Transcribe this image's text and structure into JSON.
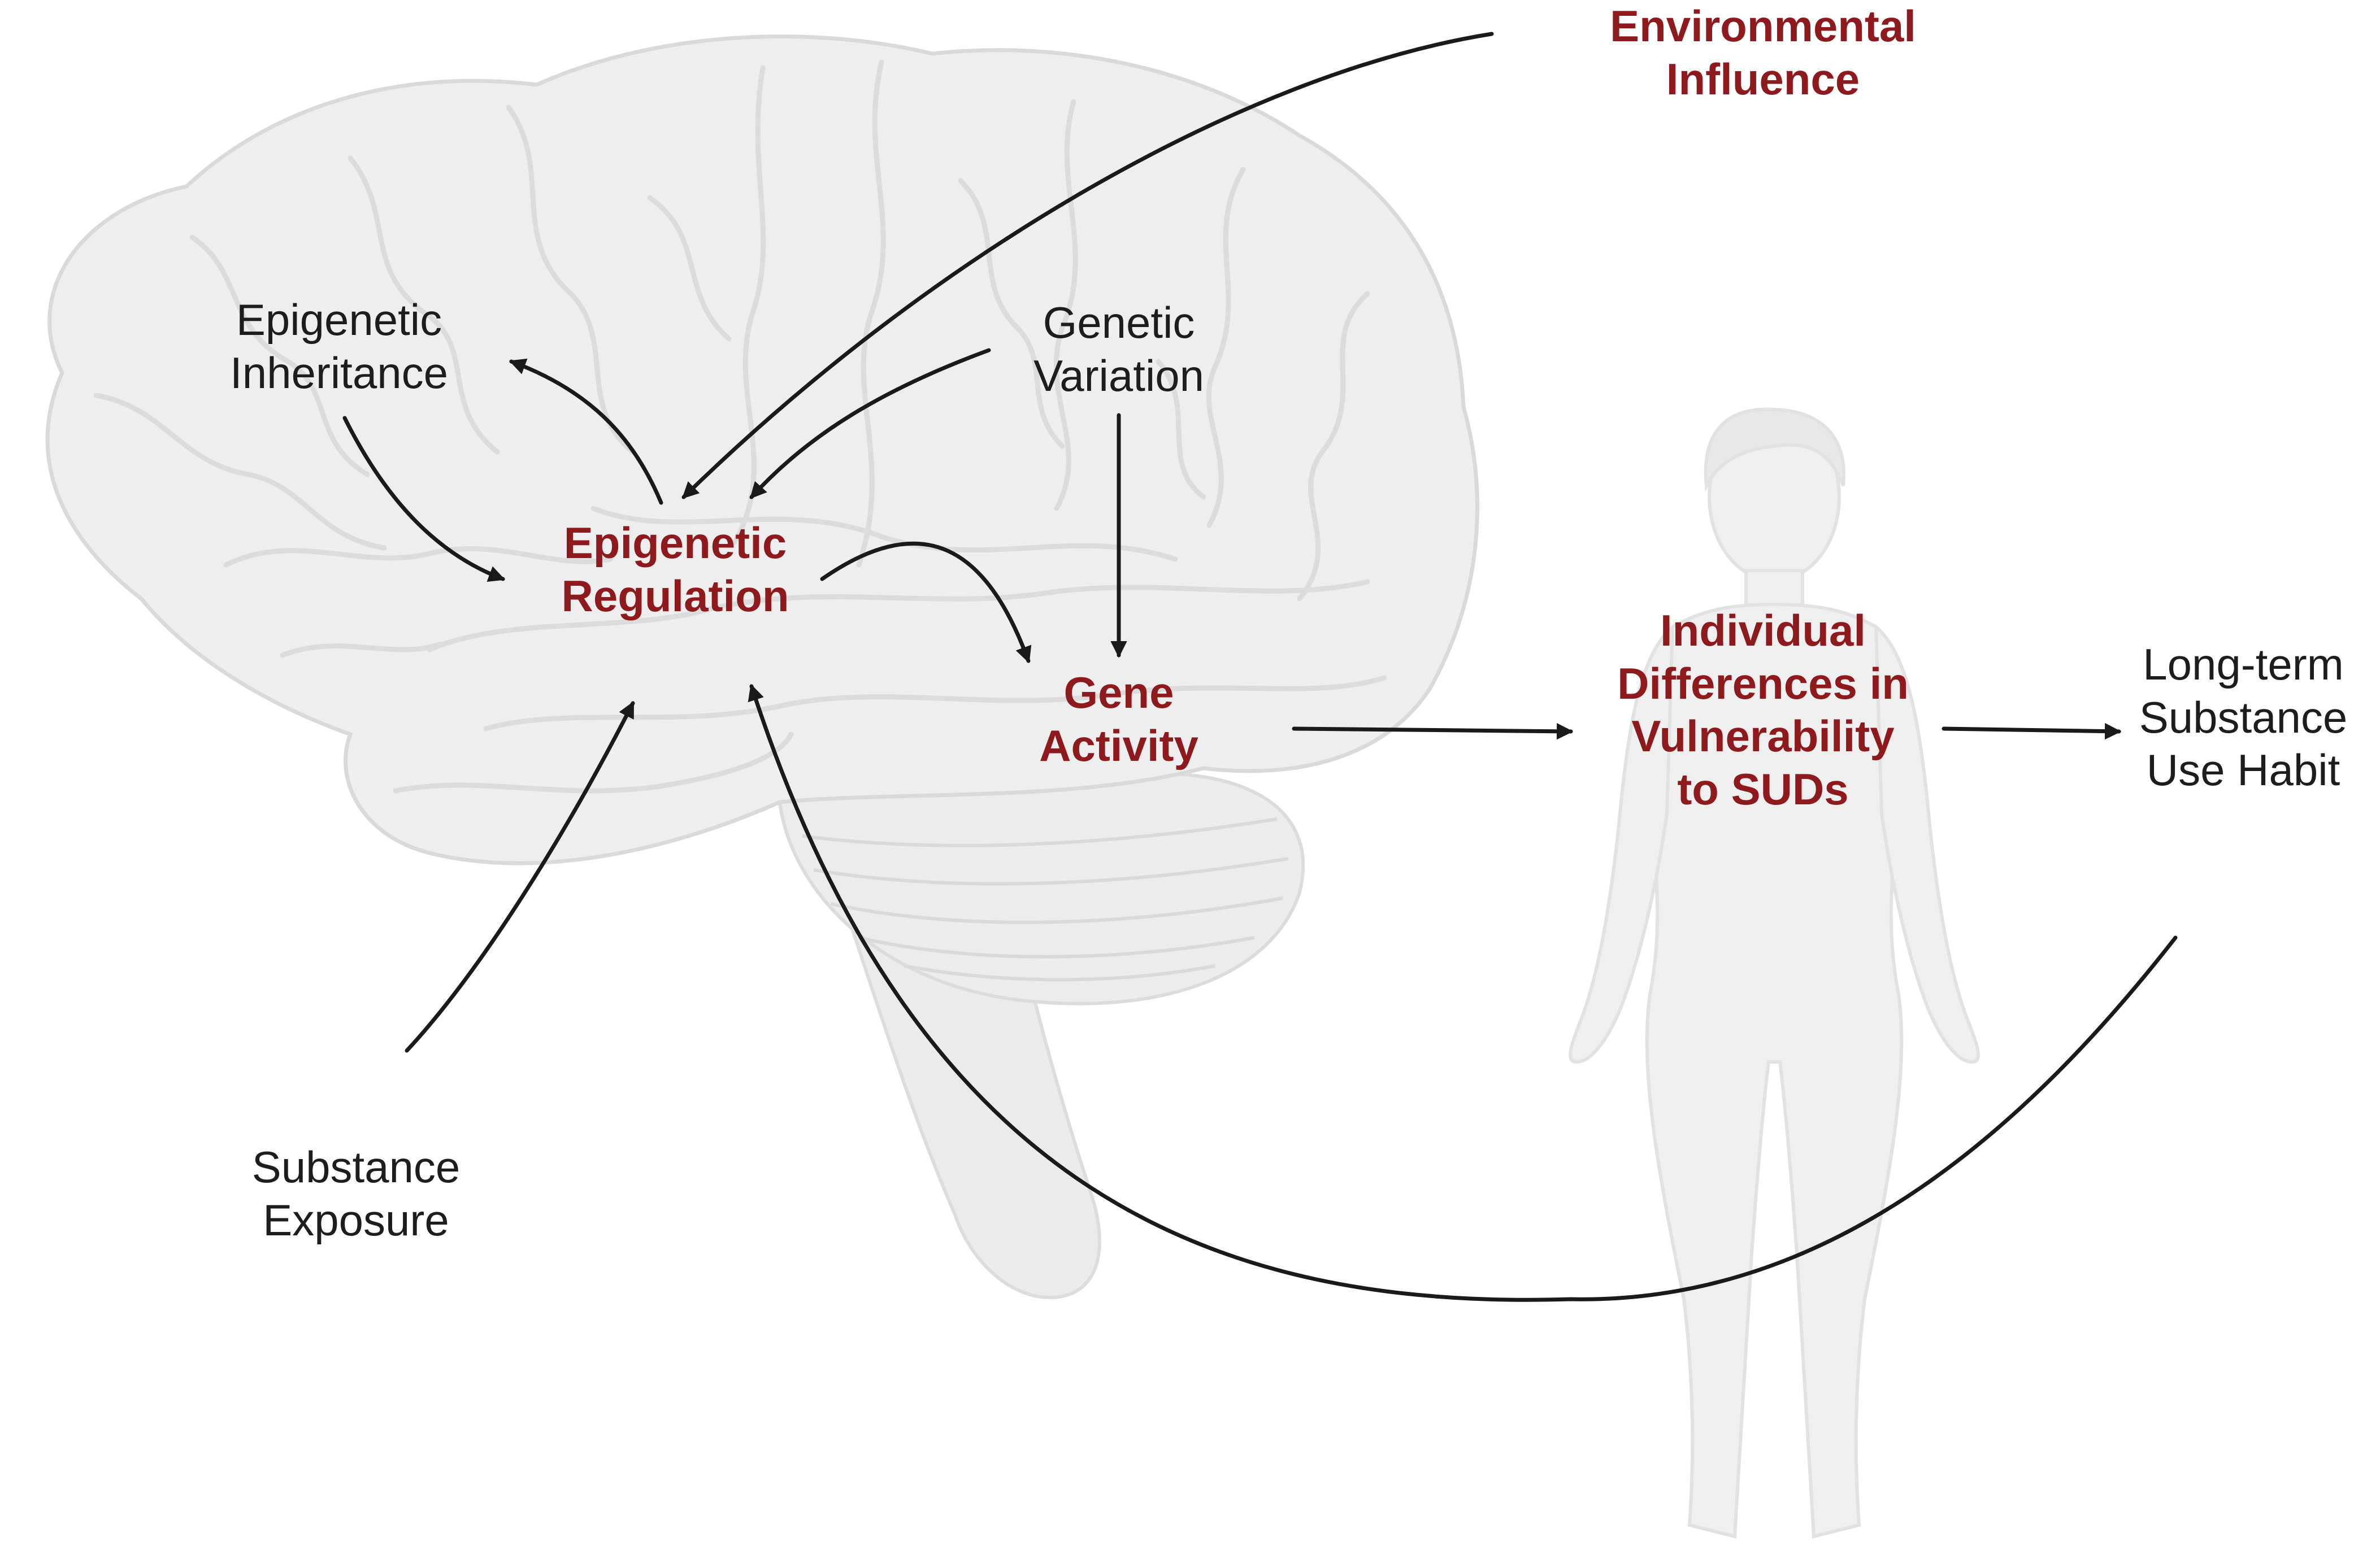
{
  "labels": {
    "environmental_influence": [
      "Environmental",
      "Influence"
    ],
    "epigenetic_inheritance": [
      "Epigenetic",
      "Inheritance"
    ],
    "genetic_variation": [
      "Genetic",
      "Variation"
    ],
    "epigenetic_regulation": [
      "Epigenetic",
      "Regulation"
    ],
    "gene_activity": [
      "Gene",
      "Activity"
    ],
    "individual_differences": [
      "Individual",
      "Differences in",
      "Vulnerability",
      "to SUDs"
    ],
    "long_term_habit": [
      "Long-term",
      "Substance",
      "Use Habit"
    ],
    "substance_exposure": [
      "Substance",
      "Exposure"
    ]
  },
  "colors": {
    "highlight_text": "#8e1a1d",
    "plain_text": "#1d1d1d",
    "arrow": "#1a1a1a",
    "illustration_fill": "#eeeeee",
    "illustration_line": "#dcdcdc"
  },
  "icons": {
    "brain": "brain-illustration",
    "person": "human-figure-illustration"
  }
}
